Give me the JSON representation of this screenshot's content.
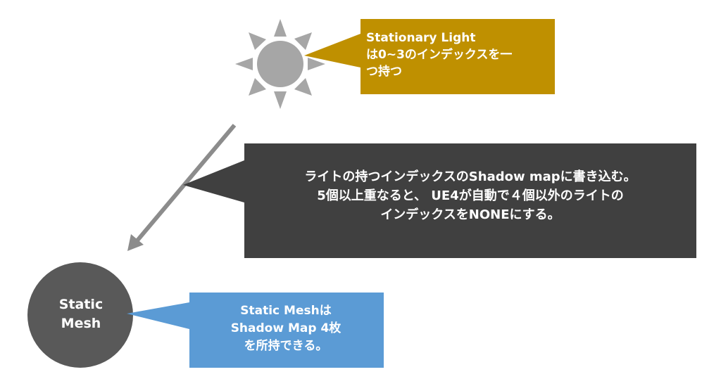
{
  "colors": {
    "sun": "#a6a6a6",
    "light_callout": "#bf9000",
    "shadow_callout": "#404040",
    "mesh_callout": "#5b9bd5",
    "mesh_circle": "#595959",
    "arrow": "#8c8c8c",
    "text": "#ffffff"
  },
  "sun": {
    "icon": "sun-icon"
  },
  "light_callout": {
    "text": "Stationary Light\nは0~3のインデックスを一\nつ持つ"
  },
  "shadow_callout": {
    "text": "ライトの持つインデックスのShadow mapに書き込む。\n5個以上重なると、 UE4が自動で４個以外のライトの\nインデックスをNONEにする。"
  },
  "mesh": {
    "label": "Static\nMesh"
  },
  "mesh_callout": {
    "text": "Static Meshは\nShadow Map 4枚\nを所持できる。"
  }
}
